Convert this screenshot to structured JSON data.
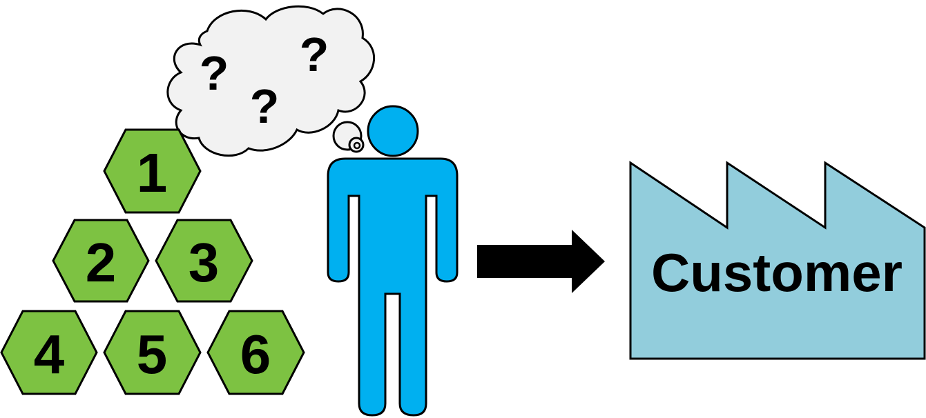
{
  "colors": {
    "hex_fill": "#7dc242",
    "person_fill": "#00b0f0",
    "cloud_fill": "#f2f2f2",
    "factory_fill": "#92cddc",
    "arrow_fill": "#000000",
    "stroke": "#000000"
  },
  "hexagons": [
    {
      "label": "1"
    },
    {
      "label": "2"
    },
    {
      "label": "3"
    },
    {
      "label": "4"
    },
    {
      "label": "5"
    },
    {
      "label": "6"
    }
  ],
  "thought_bubble": {
    "marks": [
      "?",
      "?",
      "?"
    ]
  },
  "person": {
    "icon": "person-icon"
  },
  "arrow": {
    "icon": "right-arrow-icon"
  },
  "factory": {
    "icon": "factory-icon",
    "label": "Customer"
  }
}
